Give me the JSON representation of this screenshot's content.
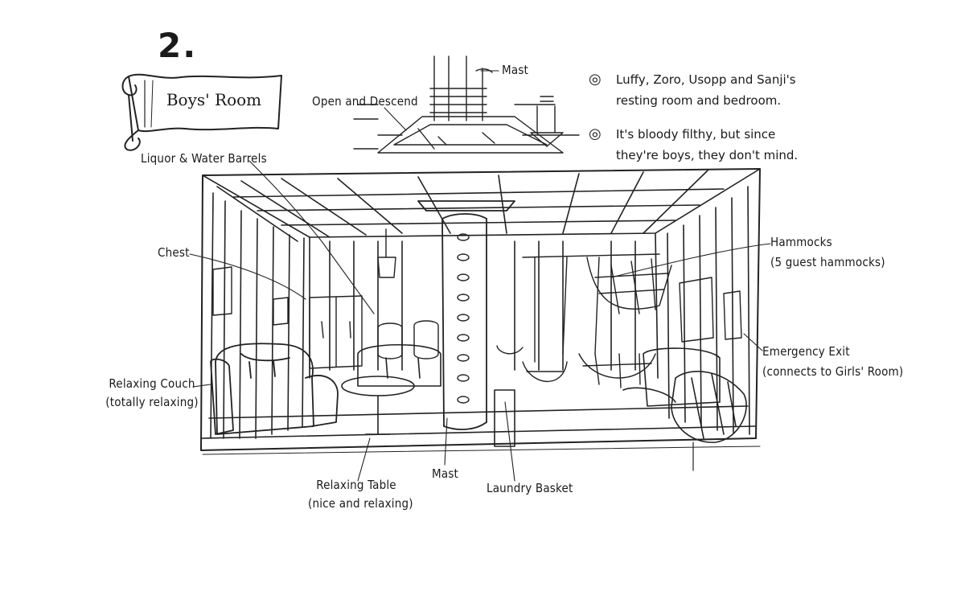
{
  "page": {
    "section_number": "2.",
    "room_title": "Boys' Room"
  },
  "notes": [
    {
      "bullet": "◎",
      "lines": [
        "Luffy, Zoro, Usopp and Sanji's",
        "resting room and bedroom."
      ]
    },
    {
      "bullet": "◎",
      "lines": [
        "It's bloody filthy, but since",
        "they're boys, they don't mind."
      ]
    }
  ],
  "labels": {
    "mast_top": "Mast",
    "open_descend": "Open and Descend",
    "liquor_barrels": "Liquor & Water Barrels",
    "chest": "Chest",
    "couch_line1": "Relaxing Couch",
    "couch_line2": "(totally relaxing)",
    "table_line1": "Relaxing Table",
    "table_line2": "(nice and relaxing)",
    "mast_bottom": "Mast",
    "laundry": "Laundry Basket",
    "hammocks_line1": "Hammocks",
    "hammocks_line2": "(5 guest hammocks)",
    "exit_line1": "Emergency Exit",
    "exit_line2": "(connects to Girls' Room)"
  }
}
